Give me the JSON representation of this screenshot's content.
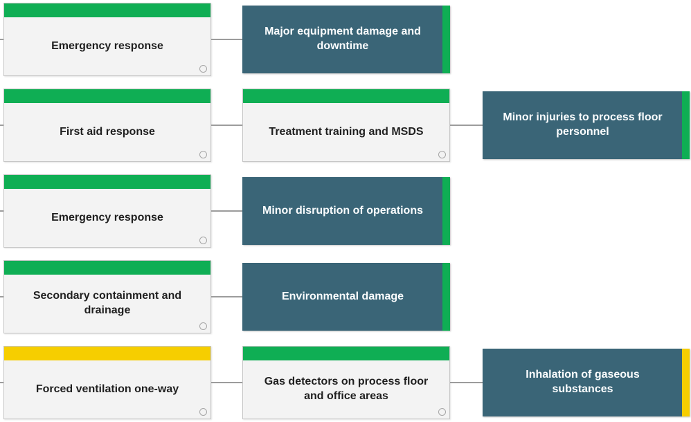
{
  "diagram": {
    "type": "bowtie-risk-diagram",
    "palette": {
      "green": "#0fae54",
      "yellow": "#f6ce00",
      "teal": "#3a6577",
      "box_bg": "#f3f3f3",
      "box_border": "#c6c6c6",
      "connector": "#9c9c9c",
      "text_dark": "#1f1f1f",
      "text_light": "#fbfdfe"
    },
    "rows": [
      {
        "barriers": [
          {
            "label": "Emergency response",
            "status": "green"
          }
        ],
        "consequence": {
          "label": "Major equipment damage and downtime",
          "risk": "green"
        }
      },
      {
        "barriers": [
          {
            "label": "First aid response",
            "status": "green"
          },
          {
            "label": "Treatment training and MSDS",
            "status": "green"
          }
        ],
        "consequence": {
          "label": "Minor injuries to process floor personnel",
          "risk": "green"
        }
      },
      {
        "barriers": [
          {
            "label": "Emergency response",
            "status": "green"
          }
        ],
        "consequence": {
          "label": "Minor disruption of operations",
          "risk": "green"
        }
      },
      {
        "barriers": [
          {
            "label": "Secondary containment and drainage",
            "status": "green"
          }
        ],
        "consequence": {
          "label": "Environmental damage",
          "risk": "green"
        }
      },
      {
        "barriers": [
          {
            "label": "Forced ventilation one-way",
            "status": "yellow"
          },
          {
            "label": "Gas detectors on process floor and office areas",
            "status": "green"
          }
        ],
        "consequence": {
          "label": "Inhalation of gaseous substances",
          "risk": "yellow"
        }
      }
    ]
  }
}
